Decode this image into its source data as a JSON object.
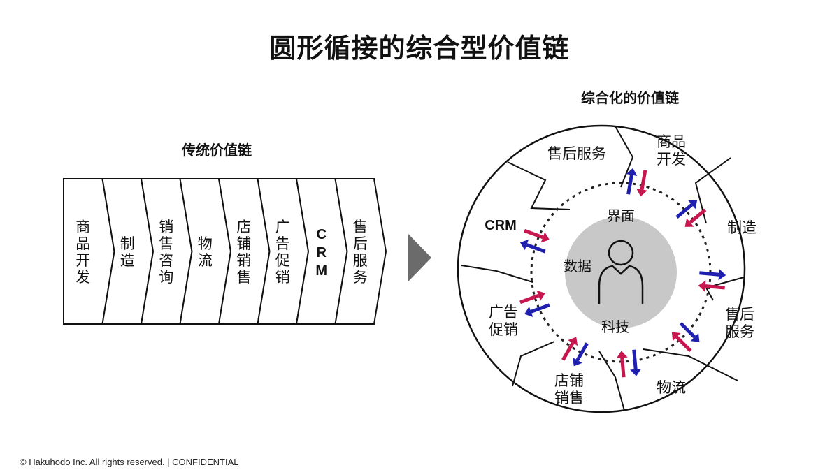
{
  "title": "圆形循接的综合型价值链",
  "footer": "© Hakuhodo Inc. All rights reserved. | CONFIDENTIAL",
  "colors": {
    "inward_arrow": "#c8164f",
    "outward_arrow": "#2020b0",
    "core_fill": "#c8c8c8",
    "arrow_triangle": "#6b6b6b"
  },
  "traditional_chain": {
    "title": "传统价值链",
    "steps": [
      {
        "id": "product-dev",
        "label": "商品开发"
      },
      {
        "id": "manufacturing",
        "label": "制造"
      },
      {
        "id": "sales-consulting",
        "label": "销售咨询"
      },
      {
        "id": "logistics",
        "label": "物流"
      },
      {
        "id": "store-sales",
        "label": "店铺销售"
      },
      {
        "id": "ad-promo",
        "label": "广告促销"
      },
      {
        "id": "crm",
        "label": "CRM"
      },
      {
        "id": "after-sales",
        "label": "售后服务"
      }
    ]
  },
  "integrated_chain": {
    "title": "综合化的价值链",
    "core": {
      "top": "界面",
      "left": "数据",
      "bottom": "科技",
      "icon": "person-icon"
    },
    "segments": [
      {
        "id": "product-dev",
        "lines": [
          "商品",
          "开发"
        ]
      },
      {
        "id": "manufacturing",
        "lines": [
          "制造"
        ]
      },
      {
        "id": "after-sales-right",
        "lines": [
          "售后",
          "服务"
        ]
      },
      {
        "id": "logistics",
        "lines": [
          "物流"
        ]
      },
      {
        "id": "store-sales",
        "lines": [
          "店铺",
          "销售"
        ]
      },
      {
        "id": "ad-promo",
        "lines": [
          "广告",
          "促销"
        ]
      },
      {
        "id": "crm",
        "lines": [
          "CRM"
        ]
      },
      {
        "id": "after-sales-top",
        "lines": [
          "售后服务"
        ]
      }
    ]
  }
}
